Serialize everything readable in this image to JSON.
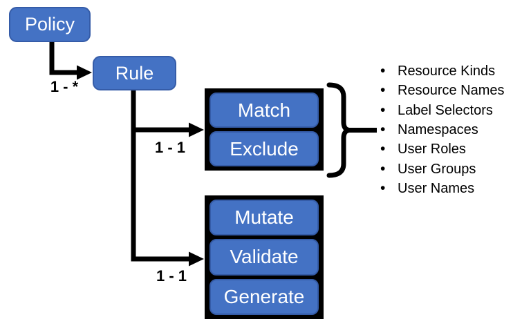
{
  "diagram": {
    "colors": {
      "node_fill": "#4472C4",
      "node_border": "#355CA8",
      "node_text": "#FFFFFF",
      "group_fill": "#000000",
      "connector": "#000000",
      "label_text": "#000000",
      "list_text": "#000000"
    },
    "nodes": {
      "policy": "Policy",
      "rule": "Rule"
    },
    "match_group": {
      "items": [
        "Match",
        "Exclude"
      ]
    },
    "action_group": {
      "items": [
        "Mutate",
        "Validate",
        "Generate"
      ]
    },
    "edge_labels": {
      "policy_to_rule": "1 - *",
      "rule_to_match": "1 - 1",
      "rule_to_actions": "1 - 1"
    },
    "filter_list": [
      "Resource Kinds",
      "Resource Names",
      "Label Selectors",
      "Namespaces",
      "User Roles",
      "User Groups",
      "User Names"
    ]
  }
}
